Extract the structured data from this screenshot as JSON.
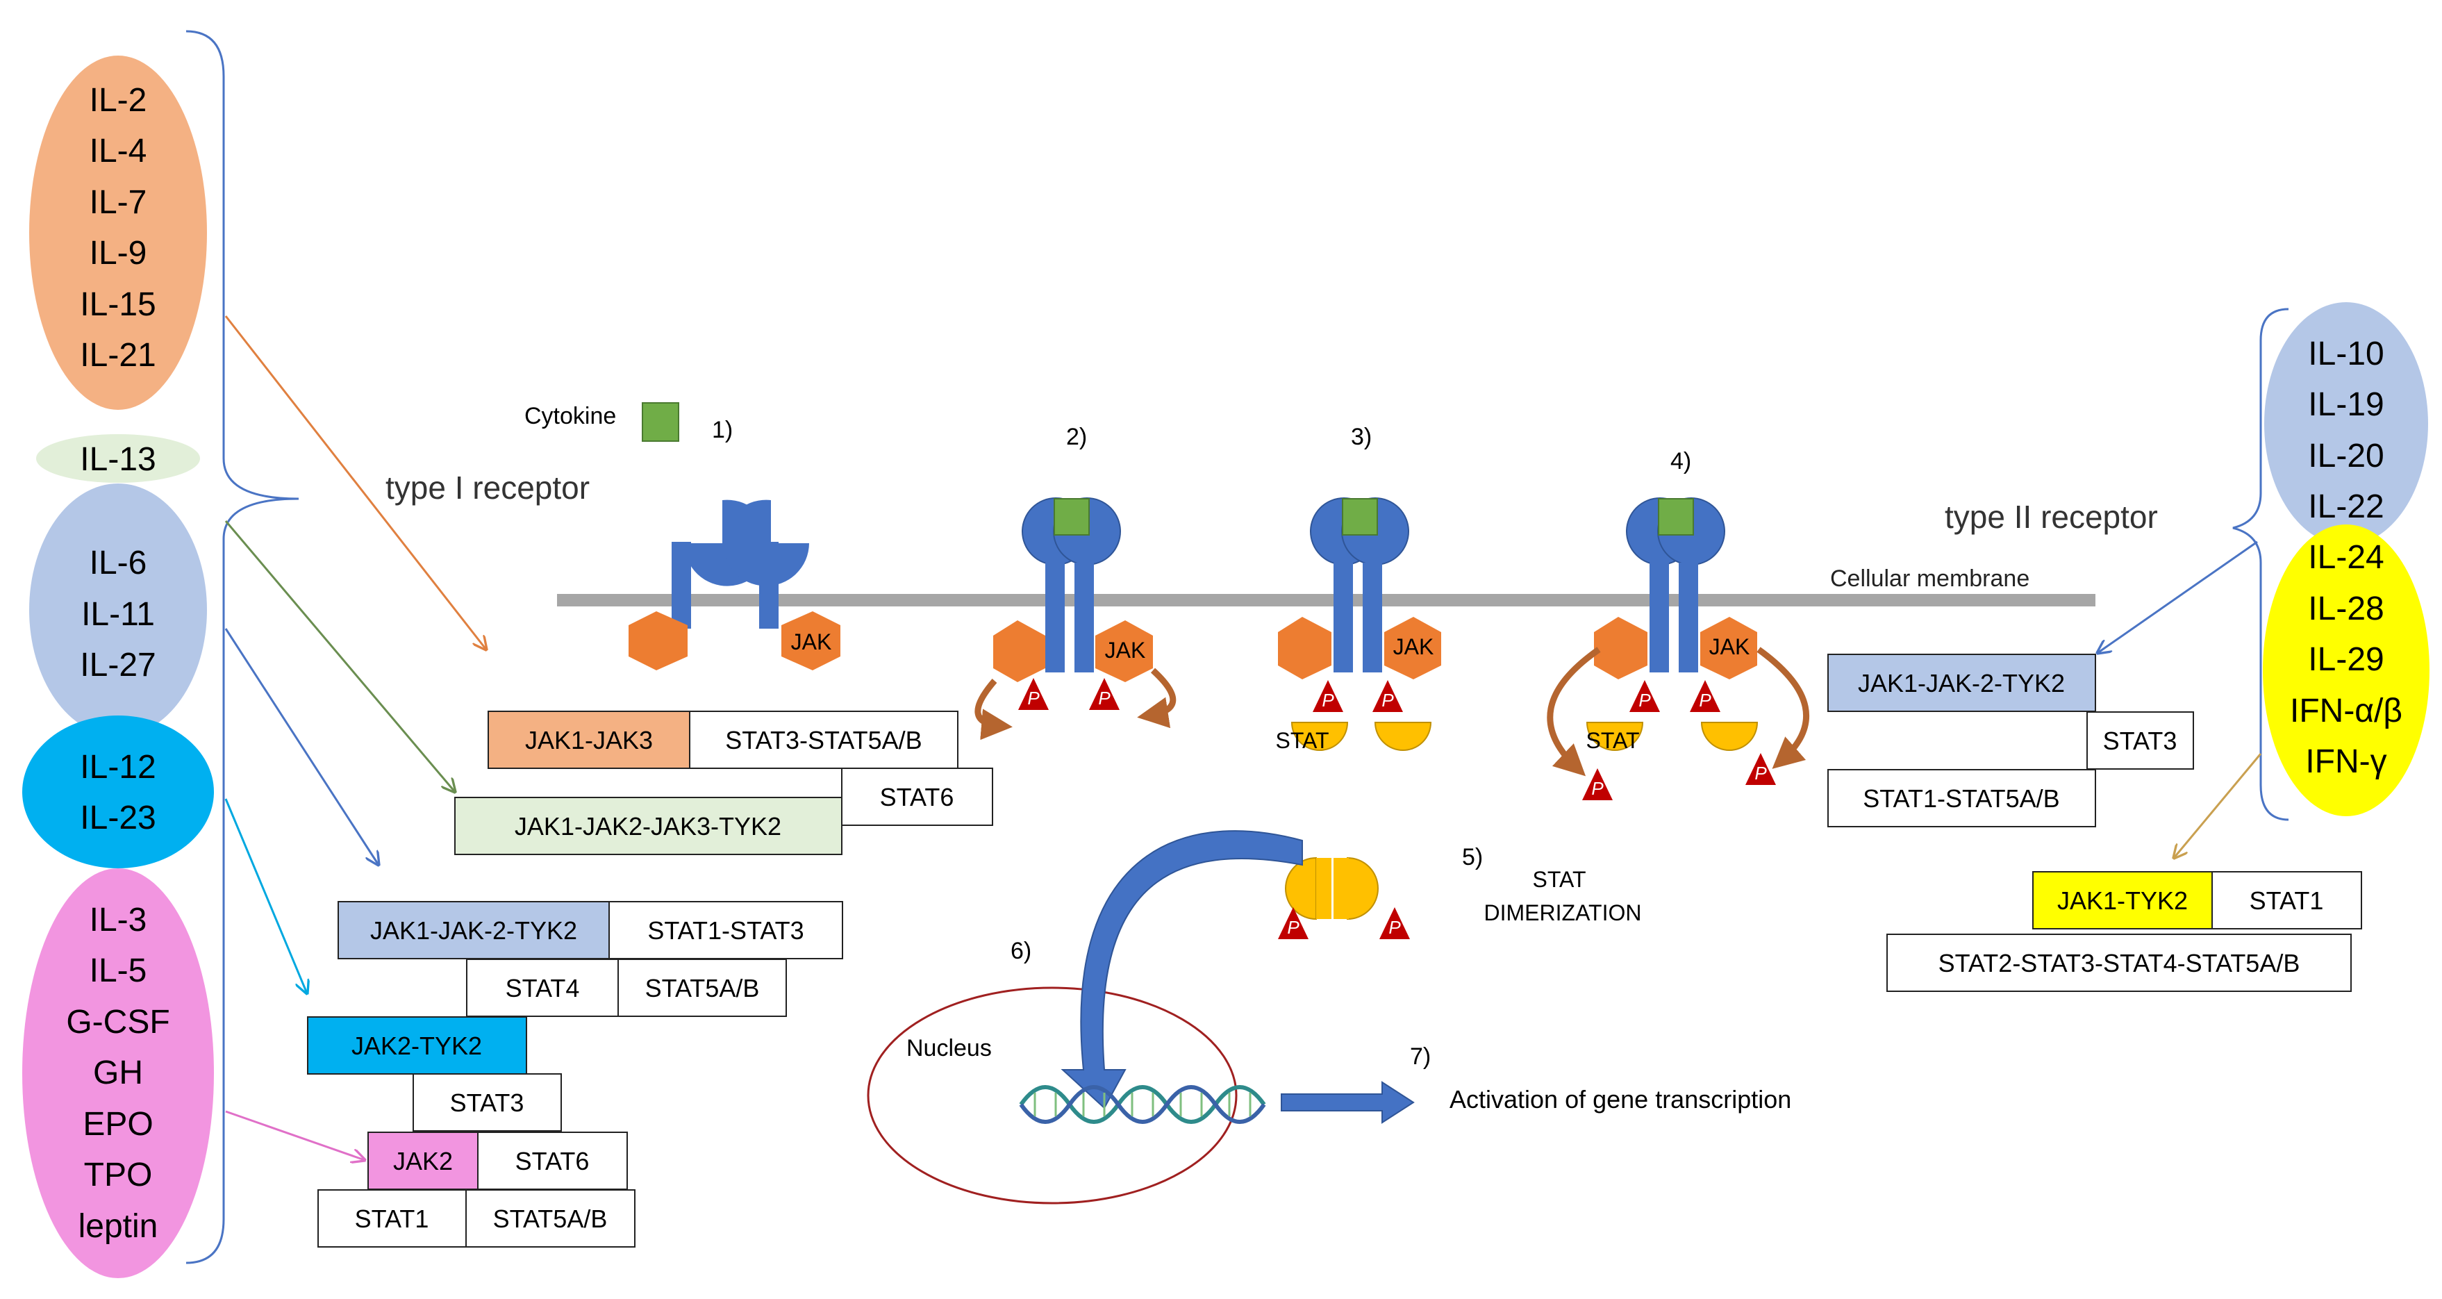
{
  "colors": {
    "orange": "#F4B183",
    "green": "#E2EFD9",
    "steel": "#B4C7E7",
    "cyan": "#00B0F0",
    "pink": "#F295E0",
    "yellow": "#FFFF00",
    "receptor": "#4472C4",
    "jak": "#ED7D31",
    "stat": "#FFC000",
    "phospho": "#C00000",
    "cytokine": "#70AD47",
    "membrane": "#A6A6A6",
    "bracket": "#4A74C4",
    "nucleus": "#A02020"
  },
  "left_groups": {
    "g1": [
      "IL-2",
      "IL-4",
      "IL-7",
      "IL-9",
      "IL-15",
      "IL-21"
    ],
    "g2": [
      "IL-13"
    ],
    "g3": [
      "IL-6",
      "IL-11",
      "IL-27"
    ],
    "g4": [
      "IL-12",
      "IL-23"
    ],
    "g5": [
      "IL-3",
      "IL-5",
      "G-CSF",
      "GH",
      "EPO",
      "TPO",
      "leptin"
    ]
  },
  "right_groups": {
    "g1": [
      "IL-10",
      "IL-19",
      "IL-20",
      "IL-22"
    ],
    "g2": [
      "IL-24",
      "IL-28",
      "IL-29",
      "IFN-α/β",
      "IFN-γ"
    ]
  },
  "labels": {
    "type1": "type I receptor",
    "type2": "type II receptor",
    "cytokine": "Cytokine",
    "membrane": "Cellular membrane",
    "jak": "JAK",
    "stat": "STAT",
    "p": "P",
    "dimerization_line1": "STAT",
    "dimerization_line2": "DIMERIZATION",
    "nucleus": "Nucleus",
    "activation": "Activation of gene transcription"
  },
  "steps": [
    "1)",
    "2)",
    "3)",
    "4)",
    "5)",
    "6)",
    "7)"
  ],
  "boxes_left": {
    "b1_jak": "JAK1-JAK3",
    "b1_stat": "STAT3-STAT5A/B",
    "b2_stat": "STAT6",
    "b2_jak": "JAK1-JAK2-JAK3-TYK2",
    "b3_jak": "JAK1-JAK-2-TYK2",
    "b3_stat": "STAT1-STAT3",
    "b3_stat2": "STAT4",
    "b3_stat3": "STAT5A/B",
    "b4_jak": "JAK2-TYK2",
    "b4_stat": "STAT3",
    "b5_jak": "JAK2",
    "b5_stat": "STAT6",
    "b5_stat2": "STAT1",
    "b5_stat3": "STAT5A/B"
  },
  "boxes_right": {
    "r1_jak": "JAK1-JAK-2-TYK2",
    "r1_stat": "STAT3",
    "r1_stat2": "STAT1-STAT5A/B",
    "r2_jak": "JAK1-TYK2",
    "r2_stat": "STAT1",
    "r2_stat2": "STAT2-STAT3-STAT4-STAT5A/B"
  }
}
